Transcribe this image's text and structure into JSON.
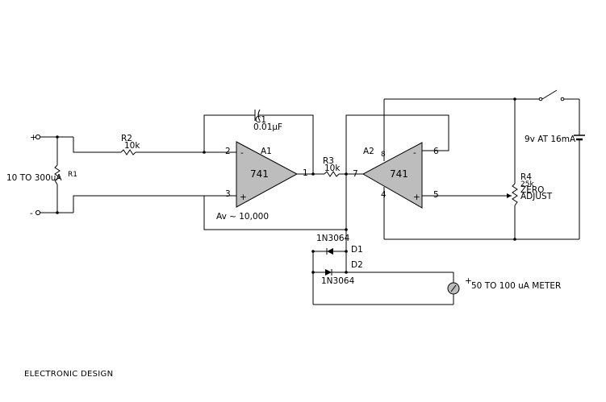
{
  "input": {
    "plus_terminal": "+",
    "minus_terminal": "-",
    "range": "10 TO 300uA",
    "r1": "R1"
  },
  "r2": {
    "name": "R2",
    "value": "10k"
  },
  "c1": {
    "name": "C1",
    "value": "0.01µF"
  },
  "a1": {
    "name": "A1",
    "part": "741",
    "pin_in_inv": "2",
    "pin_in_noninv": "3",
    "pin_out": "1",
    "sign_minus": "-",
    "sign_plus": "+",
    "gain": "Av ~ 10,000"
  },
  "r3": {
    "name": "R3",
    "value": "10k"
  },
  "a2": {
    "name": "A2",
    "part": "741",
    "pin_in_inv": "7",
    "pin_top_left": "8",
    "pin_top_right": "6",
    "pin_bottom_left": "4",
    "pin_out": "5",
    "sign_minus": "-",
    "sign_plus": "+"
  },
  "d1": {
    "name": "D1",
    "part": "1N3064"
  },
  "d2": {
    "name": "D2",
    "part": "1N3064"
  },
  "battery": {
    "label": "9v AT 16mA"
  },
  "r4": {
    "name": "R4",
    "value": "25k",
    "function_1": "ZERO",
    "function_2": "ADJUST"
  },
  "meter": {
    "label": "50 TO 100 uA METER",
    "sign_plus": "+"
  },
  "credit": "ELECTRONIC DESIGN"
}
